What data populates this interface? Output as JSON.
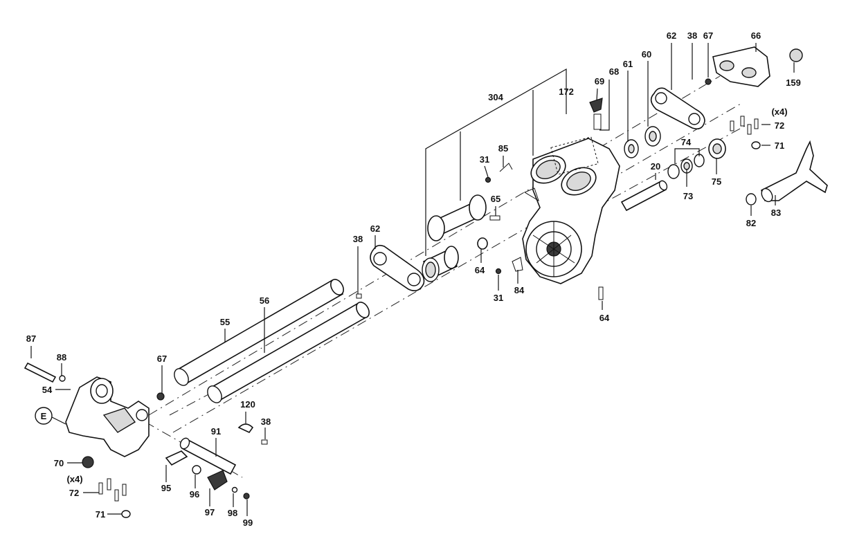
{
  "diagram": {
    "part_numbers": {
      "p304": "304",
      "p172": "172",
      "p69": "69",
      "p68": "68",
      "p61": "61",
      "p60": "60",
      "p62a": "62",
      "p38a": "38",
      "p67a": "67",
      "p66": "66",
      "p159": "159",
      "p72a": "72",
      "p72a_qty": "(x4)",
      "p71a": "71",
      "p74": "74",
      "p73": "73",
      "p75": "75",
      "p20": "20",
      "p82": "82",
      "p83": "83",
      "p85": "85",
      "p31a": "31",
      "p65": "65",
      "p64a": "64",
      "p31b": "31",
      "p84": "84",
      "p64b": "64",
      "p62b": "62",
      "p38b": "38",
      "p56": "56",
      "p55": "55",
      "p87": "87",
      "p88": "88",
      "p54": "54",
      "p67b": "67",
      "pE": "E",
      "p120": "120",
      "p38c": "38",
      "p91": "91",
      "p70": "70",
      "p72b_qty": "(x4)",
      "p72b": "72",
      "p71b": "71",
      "p95": "95",
      "p96": "96",
      "p97": "97",
      "p98": "98",
      "p99": "99"
    }
  }
}
